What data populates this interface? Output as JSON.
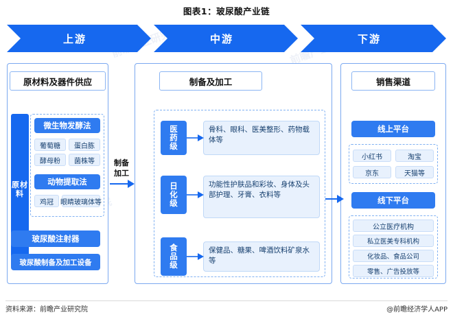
{
  "title": "图表1：玻尿酸产业链",
  "band": {
    "upstream": "上游",
    "midstream": "中游",
    "downstream": "下游"
  },
  "columns": {
    "upstream_head": "原材料及器件供应",
    "midstream_head": "制备及加工",
    "downstream_head": "销售渠道"
  },
  "upstream": {
    "vertical_label": "原材料",
    "groups": [
      {
        "name": "微生物发酵法",
        "items": [
          "葡萄糖",
          "蛋白胨",
          "酵母粉",
          "菌株等"
        ]
      },
      {
        "name": "动物提取法",
        "items": [
          "鸡冠",
          "眼睛玻璃体等"
        ]
      }
    ],
    "devices": [
      "玻尿酸注射器",
      "玻尿酸制备及加工设备"
    ]
  },
  "mid_arrow_label": "制备加工",
  "midstream": {
    "rows": [
      {
        "grade": "医药级",
        "desc": "骨科、眼科、医美整形、药物载体等"
      },
      {
        "grade": "日化级",
        "desc": "功能性护肤品和彩妆、身体及头部护理、牙膏、衣料等"
      },
      {
        "grade": "食品级",
        "desc": "保健品、糖果、啤酒饮料矿泉水等"
      }
    ]
  },
  "downstream": {
    "online": {
      "title": "线上平台",
      "items": [
        "小红书",
        "淘宝",
        "京东",
        "天猫等"
      ]
    },
    "offline": {
      "title": "线下平台",
      "items": [
        "公立医疗机构",
        "私立医美专科机构",
        "化妆品、食品公司",
        "零售、广告投放等"
      ]
    }
  },
  "footer": {
    "source": "资料来源：前瞻产业研究院",
    "brand": "@前瞻经济学人APP"
  },
  "watermark": "前瞻产业研究院",
  "colors": {
    "primary": "#1668ef",
    "pill": "#2f7bf0",
    "light": "#e8f1fd"
  }
}
